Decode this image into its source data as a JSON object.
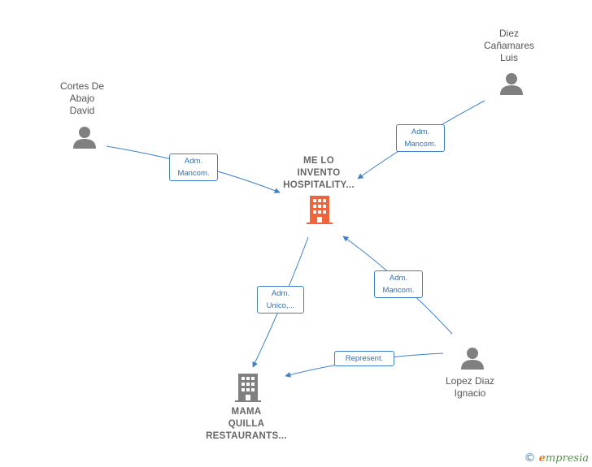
{
  "nodes": {
    "me_lo_invento": {
      "lines": [
        "ME LO",
        "INVENTO",
        "HOSPITALITY..."
      ],
      "type": "company",
      "color": "#f0643c"
    },
    "mama_quilla": {
      "lines": [
        "MAMA",
        "QUILLA",
        "RESTAURANTS..."
      ],
      "type": "company",
      "color": "#808080"
    },
    "cortes": {
      "lines": [
        "Cortes De",
        "Abajo",
        "David"
      ],
      "type": "person"
    },
    "diez": {
      "lines": [
        "Diez",
        "Cañamares",
        "Luis"
      ],
      "type": "person"
    },
    "lopez": {
      "lines": [
        "Lopez Diaz",
        "Ignacio"
      ],
      "type": "person"
    }
  },
  "edges": {
    "cortes_to_me": {
      "lines": [
        "Adm.",
        "Mancom."
      ]
    },
    "diez_to_me": {
      "lines": [
        "Adm.",
        "Mancom."
      ]
    },
    "me_to_mama": {
      "lines": [
        "Adm.",
        "Unico,..."
      ]
    },
    "lopez_to_me": {
      "lines": [
        "Adm.",
        "Mancom."
      ]
    },
    "lopez_to_mama": {
      "lines": [
        "Represent."
      ]
    }
  },
  "colors": {
    "edge": "#3d80c9",
    "person_icon": "#808080"
  },
  "watermark": {
    "copyright": "©",
    "brand_initial": "e",
    "brand_rest": "mpresia"
  }
}
